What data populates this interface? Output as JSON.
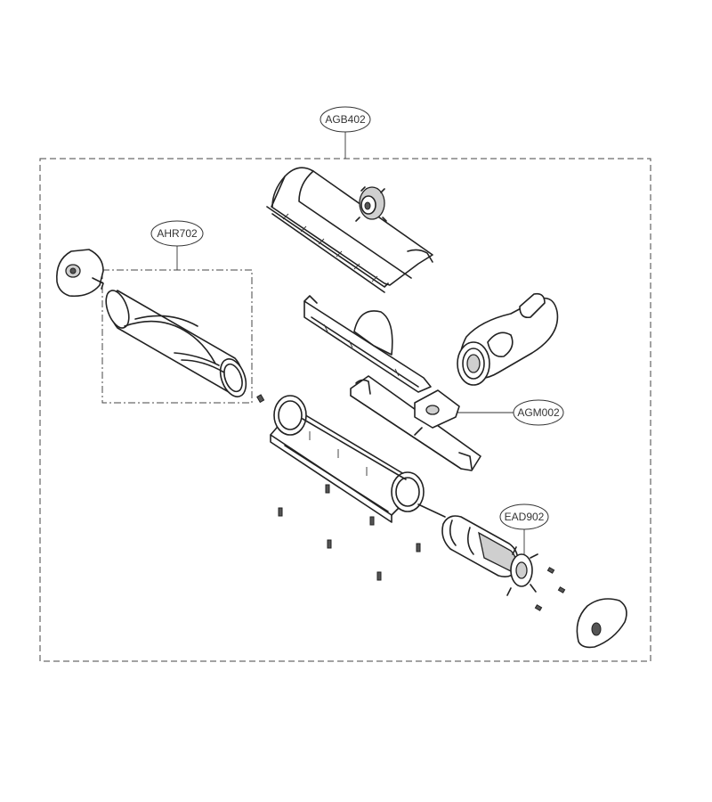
{
  "labels": {
    "agb": "AGB402",
    "ahr": "AHR702",
    "agm": "AGM002",
    "ead": "EAD902"
  }
}
